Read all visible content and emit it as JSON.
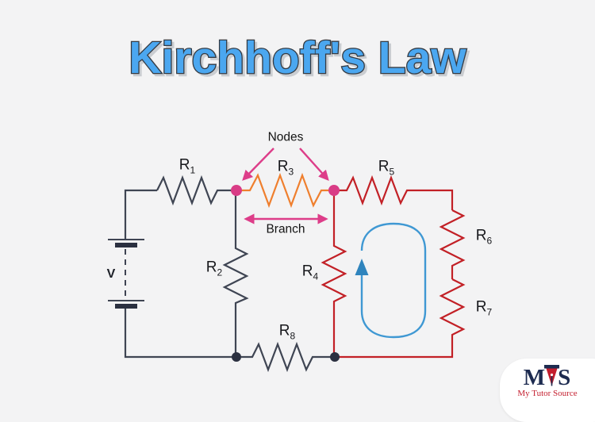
{
  "title": {
    "text": "Kirchhoff's Law"
  },
  "circuit": {
    "source": {
      "label": "V"
    },
    "resistors": {
      "r1": {
        "base": "R",
        "sub": "1"
      },
      "r2": {
        "base": "R",
        "sub": "2"
      },
      "r3": {
        "base": "R",
        "sub": "3"
      },
      "r4": {
        "base": "R",
        "sub": "4"
      },
      "r5": {
        "base": "R",
        "sub": "5"
      },
      "r6": {
        "base": "R",
        "sub": "6"
      },
      "r7": {
        "base": "R",
        "sub": "7"
      },
      "r8": {
        "base": "R",
        "sub": "8"
      }
    },
    "annotations": {
      "nodes": "Nodes",
      "branch": "Branch"
    },
    "colors": {
      "background": "#f3f3f4",
      "wire_dark": "#3f4553",
      "wire_red": "#c22026",
      "wire_orange": "#ef7f2e",
      "annotation_pink": "#dd3d89",
      "node_pink": "#d93c86",
      "node_dark": "#2b3040",
      "loop_blue": "#3f98d3",
      "title_fill": "#4ba7f0",
      "title_outline": "#343a42"
    }
  },
  "logo": {
    "letter_m": "M",
    "letter_s": "S",
    "tagline": "My Tutor Source",
    "navy": "#1d2b50",
    "red": "#c41e2e"
  }
}
